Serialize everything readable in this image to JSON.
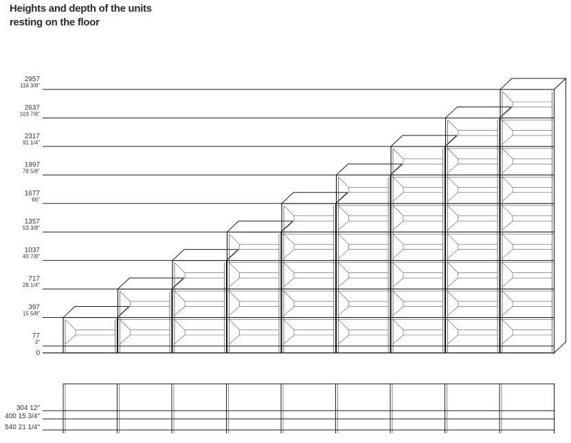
{
  "title": {
    "line1": "Heights and depth of the units",
    "line2": "resting on the floor"
  },
  "height_levels": [
    {
      "mm": "0",
      "in": ""
    },
    {
      "mm": "77",
      "in": "3\""
    },
    {
      "mm": "397",
      "in": "15 5/8\""
    },
    {
      "mm": "717",
      "in": "28 1/4\""
    },
    {
      "mm": "1037",
      "in": "40 7/8\""
    },
    {
      "mm": "1357",
      "in": "53 3/8\""
    },
    {
      "mm": "1677",
      "in": "66\""
    },
    {
      "mm": "1997",
      "in": "78 5/8\""
    },
    {
      "mm": "2317",
      "in": "91 1/4\""
    },
    {
      "mm": "2637",
      "in": "103 7/8\""
    },
    {
      "mm": "2957",
      "in": "116 3/8\""
    }
  ],
  "units": [
    {
      "top_mm": 397
    },
    {
      "top_mm": 717
    },
    {
      "top_mm": 1037
    },
    {
      "top_mm": 1357
    },
    {
      "top_mm": 1677
    },
    {
      "top_mm": 1997
    },
    {
      "top_mm": 2317
    },
    {
      "top_mm": 2637
    },
    {
      "top_mm": 2957
    }
  ],
  "depths": [
    {
      "label": "304 12\""
    },
    {
      "label": "400 15 3/4\""
    },
    {
      "label": "540 21 1/4\""
    }
  ],
  "colors": {
    "line": "#1a1a1a",
    "shelf": "#555555",
    "text": "#333333"
  }
}
